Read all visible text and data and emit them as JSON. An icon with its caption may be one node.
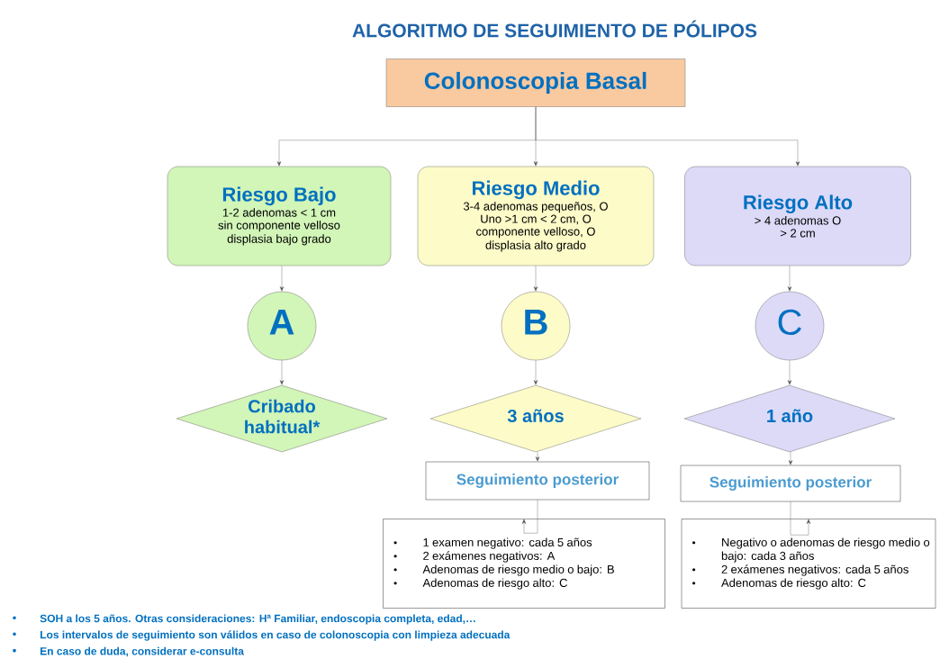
{
  "diagram": {
    "title": "ALGORITMO DE SEGUIMIENTO DE PÓLIPOS",
    "nodes": [
      {
        "text": [
          "Colonoscopia Basal"
        ]
      },
      {
        "text": [
          "Riesgo Bajo",
          "1-2 adenomas < 1 cm",
          "sin componente velloso",
          "displasia bajo grado"
        ]
      },
      {
        "text": [
          "Riesgo Medio",
          "3-4 adenomas pequeños, O",
          "Uno >1 cm < 2 cm, O",
          "componente velloso, O",
          "displasia alto grado"
        ]
      },
      {
        "text": [
          "Riesgo Alto",
          "> 4 adenomas O",
          "> 2 cm"
        ]
      },
      {
        "text": [
          "A"
        ]
      },
      {
        "text": [
          "B"
        ]
      },
      {
        "text": [
          "C"
        ]
      },
      {
        "text": [
          "Cribado habitual*"
        ]
      },
      {
        "text": [
          "3 años"
        ]
      },
      {
        "text": [
          "1 año"
        ]
      },
      {
        "text": [
          "Seguimiento posterior"
        ]
      },
      {
        "text": [
          "Seguimiento posterior"
        ]
      },
      {
        "text": [
          "1 examen negativo: cada 5 años",
          "2 exámenes negativos: A",
          "Adenomas de riesgo medio o bajo: B",
          "Adenomas de riesgo alto: C"
        ]
      },
      {
        "text": [
          "Negativo o adenomas de riesgo medio o bajo: cada 3 años",
          "2 exámenes negativos: cada 5 años",
          "Adenomas de riesgo alto: C"
        ]
      }
    ],
    "edges": [
      {
        "from": 0,
        "to": 1,
        "arrow": "to"
      },
      {
        "from": 0,
        "to": 2,
        "arrow": "to"
      },
      {
        "from": 0,
        "to": 3,
        "arrow": "to"
      },
      {
        "from": 1,
        "to": 4,
        "arrow": "to"
      },
      {
        "from": 2,
        "to": 5,
        "arrow": "to"
      },
      {
        "from": 3,
        "to": 6,
        "arrow": "to"
      },
      {
        "from": 4,
        "to": 7,
        "arrow": "to"
      },
      {
        "from": 5,
        "to": 8,
        "arrow": "to"
      },
      {
        "from": 6,
        "to": 9,
        "arrow": "to"
      },
      {
        "from": 8,
        "to": 10,
        "arrow": "to"
      },
      {
        "from": 9,
        "to": 11,
        "arrow": "to"
      },
      {
        "from": 10,
        "to": 12,
        "arrow": "to"
      },
      {
        "from": 11,
        "to": 13,
        "arrow": "to"
      }
    ],
    "labels": [
      "SOH a los 5 años. Otras consideraciones: Hª Familiar, endoscopia completa, edad,…",
      "Los intervalos de seguimiento son válidos en caso de colonoscopia con limpieza adecuada",
      "En caso de duda, considerar e-consulta"
    ]
  }
}
